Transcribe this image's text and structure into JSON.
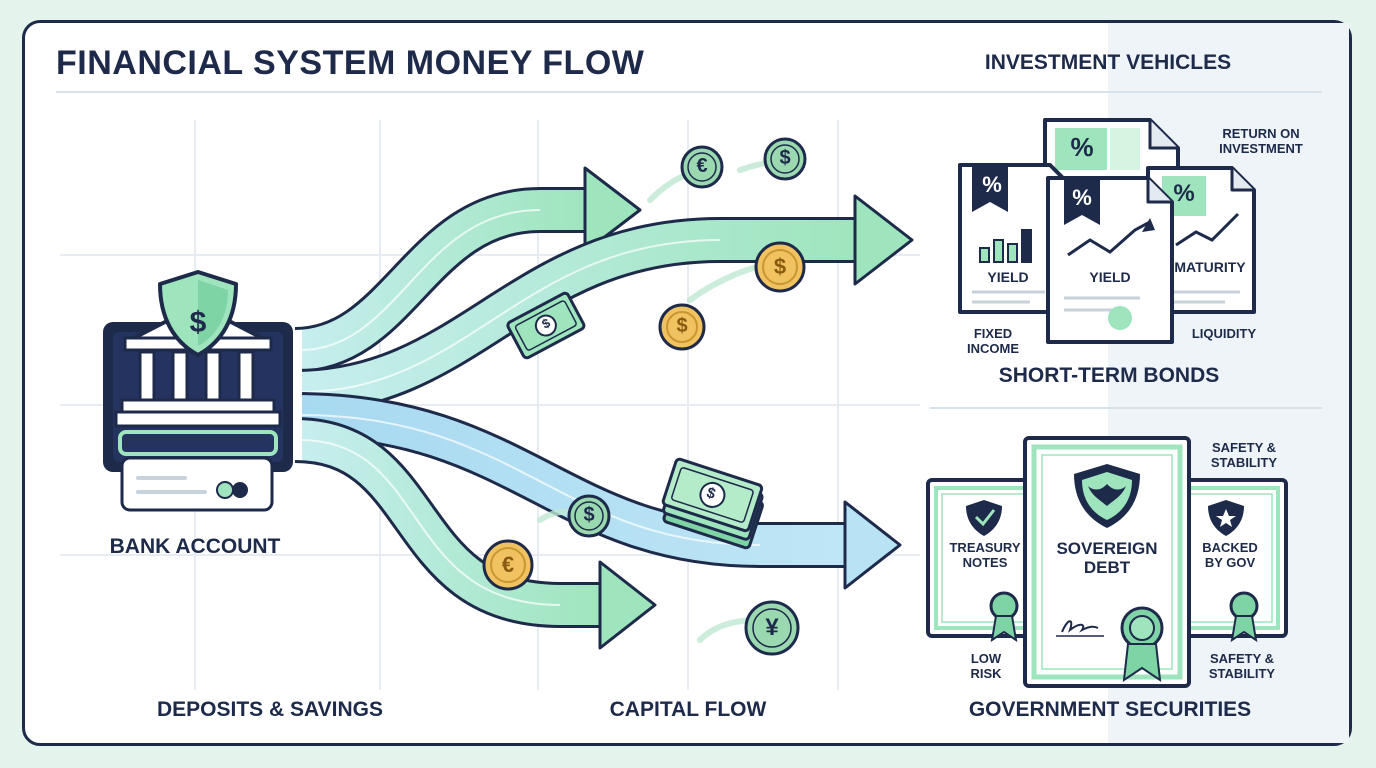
{
  "title": "FINANCIAL SYSTEM MONEY FLOW",
  "header_right": "INVESTMENT VEHICLES",
  "bank": {
    "label": "BANK ACCOUNT",
    "shield_symbol": "$",
    "icon": "bank-icon"
  },
  "bottom_labels": {
    "deposits": "DEPOSITS & SAVINGS",
    "capital": "CAPITAL FLOW",
    "government": "GOVERNMENT SECURITIES"
  },
  "bonds": {
    "section_label": "SHORT-TERM BONDS",
    "docs": [
      {
        "badge": "%",
        "label": "YIELD"
      },
      {
        "badge": "%",
        "label": "YIELD"
      },
      {
        "badge": "%",
        "label": "MATURITY"
      }
    ],
    "annotations": {
      "return": "RETURN ON\nINVESTMENT",
      "fixed_income": "FIXED\nINCOME",
      "liquidity": "LIQUIDITY"
    }
  },
  "securities": {
    "certificates": {
      "left": "TREASURY\nNOTES",
      "center": "SOVEREIGN\nDEBT",
      "right": "BACKED\nBY GOV"
    },
    "annotations": {
      "safety_top": "SAFETY &\nSTABILITY",
      "low_risk": "LOW\nRISK",
      "safety_bottom": "SAFETY &\nSTABILITY"
    }
  },
  "currency": {
    "euro": "€",
    "dollar": "$",
    "yen": "¥"
  },
  "colors": {
    "navy": "#1e2a4a",
    "mint": "#8fe0b4",
    "light_blue": "#a9dcef",
    "gold": "#f0c260",
    "coin_green": "#9ad9b0"
  }
}
